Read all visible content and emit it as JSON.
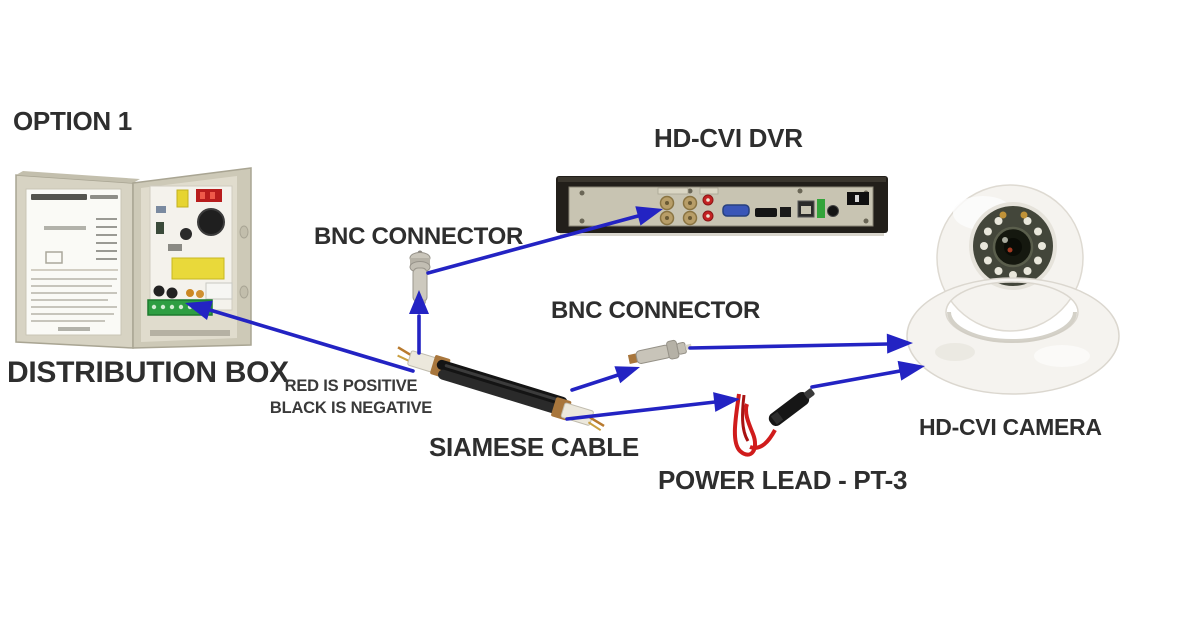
{
  "colors": {
    "arrow": "#2323c3",
    "label_text": "#2e2e2e",
    "note_text": "#3a3a3a",
    "positive_wire": "#d01c1c",
    "negative_wire": "#161616"
  },
  "diagram": {
    "option_label": "OPTION 1",
    "distribution_box_label": "DISTRIBUTION BOX",
    "dvr_label": "HD-CVI DVR",
    "bnc_connector_label_1": "BNC CONNECTOR",
    "bnc_connector_label_2": "BNC CONNECTOR",
    "siamese_cable_label": "SIAMESE CABLE",
    "power_lead_label": "POWER LEAD - PT-3",
    "camera_label": "HD-CVI CAMERA",
    "wiring_note": {
      "line1": "RED IS POSITIVE",
      "line2": "BLACK IS NEGATIVE"
    }
  }
}
